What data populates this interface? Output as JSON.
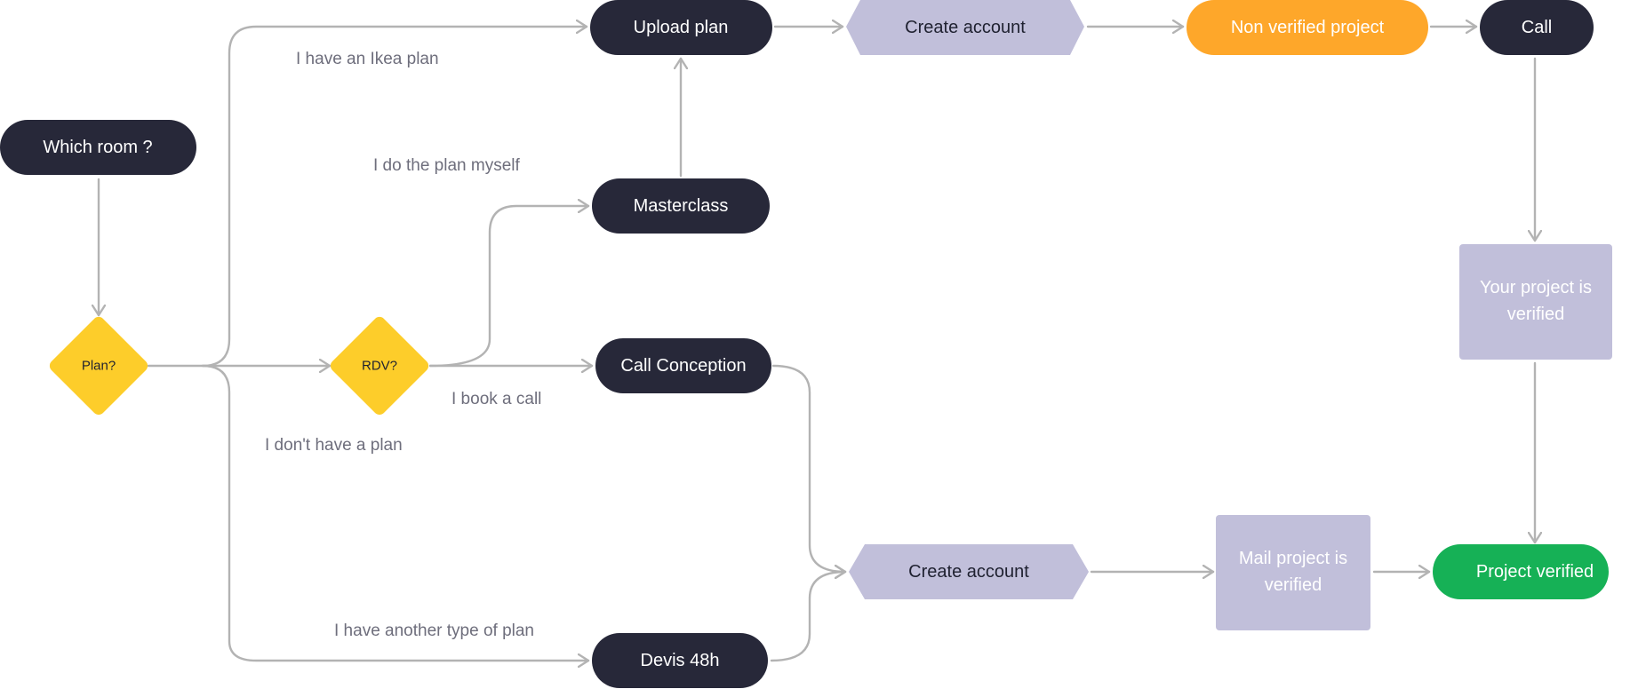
{
  "colors": {
    "pill_dark": "#272839",
    "decision_yellow": "#fdcd2a",
    "lavender": "#c1bfda",
    "orange": "#fea72a",
    "green": "#16b156",
    "connector": "#b3b3b3",
    "edge_label": "#6e6e7c"
  },
  "nodes": {
    "which_room": "Which room ?",
    "plan_decision": "Plan?",
    "rdv_decision": "RDV?",
    "upload_plan": "Upload plan",
    "masterclass": "Masterclass",
    "call_conception": "Call Conception",
    "devis_48h": "Devis 48h",
    "create_account_top": "Create account",
    "create_account_bottom": "Create account",
    "non_verified_project": "Non verified project",
    "call": "Call",
    "your_project_verified_line1": "Your project is",
    "your_project_verified_line2": "verified",
    "mail_project_verified_line1": "Mail project is",
    "mail_project_verified_line2": "verified",
    "project_verified": "Project verified"
  },
  "edge_labels": {
    "ikea_plan": "I have an Ikea plan",
    "plan_myself": "I do the plan myself",
    "no_plan": "I don't have a plan",
    "book_call": "I book a call",
    "other_plan": "I have another type of plan"
  }
}
